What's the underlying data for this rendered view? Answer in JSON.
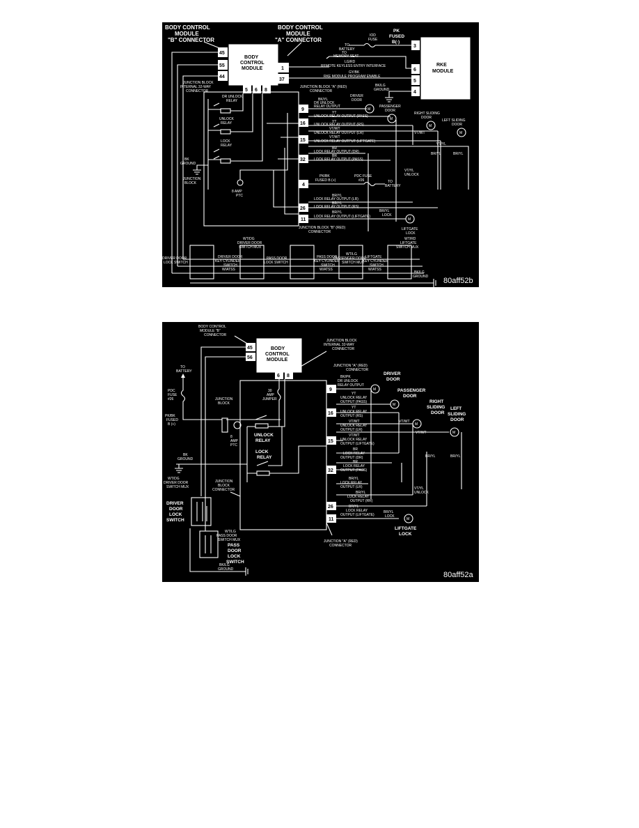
{
  "diagram_top": {
    "figure_id": "80aff52b",
    "labels": {
      "bcm_b_connector": [
        "BODY CONTROL",
        "MODULE",
        "\"B\" CONNECTOR"
      ],
      "bcm_a_connector": [
        "BODY CONTROL",
        "MODULE",
        "\"A\" CONNECTOR"
      ],
      "body_control_module": [
        "BODY",
        "CONTROL",
        "MODULE"
      ],
      "rke_module": [
        "RKE",
        "MODULE"
      ],
      "ign_fuse": [
        "IOD",
        "FUSE"
      ],
      "pk_fused": [
        "PK",
        "FUSED",
        "B(·)"
      ],
      "to_battery": [
        "TO",
        "BATTERY"
      ],
      "to_memory_seat": [
        "TO",
        "MEMORY SEAT"
      ],
      "lg_rd": "LG/RD",
      "remote_keyless": "REMOTE KEYLESS ENTRY INTERFACE",
      "gy_bk": "GY/BK",
      "rke_program": "RKE MODULE PROGRAM ENABLE",
      "bk_lg_ground": [
        "BK/LG",
        "GROUND"
      ],
      "jb_internal": [
        "JUNCTION BLOCK",
        "INTERNAL 32-WAY",
        "CONNECTOR"
      ],
      "jb_a_red": [
        "JUNCTION BLOCK \"A\" (RED)",
        "CONNECTOR"
      ],
      "jb_b_red": [
        "JUNCTION BLOCK \"B\" (RED)",
        "CONNECTOR"
      ],
      "dr_unlock_relay": [
        "DR UNLOCK",
        "RELAY"
      ],
      "unlock_relay": [
        "UNLOCK",
        "RELAY"
      ],
      "lock_relay": [
        "LOCK",
        "RELAY"
      ],
      "bk_ground": [
        "BK",
        "GROUND"
      ],
      "junction_block": [
        "JUNCTION",
        "BLOCK"
      ],
      "amp_ptc": [
        "8 AMP",
        "PTC"
      ],
      "bk_yl": "BK/YL",
      "dr_unlock_relay_output": [
        "DR UNLOCK",
        "RELAY OUTPUT"
      ],
      "driver_door": [
        "DRIVER",
        "DOOR"
      ],
      "passenger_door": [
        "PASSENGER",
        "DOOR"
      ],
      "right_sliding_door": [
        "RIGHT SLIDING",
        "DOOR"
      ],
      "left_sliding_door": [
        "LEFT SLIDING",
        "DOOR"
      ],
      "yt": "YT",
      "unlock_out_pass": "UNLOCK RELAY OUTPUT (PASS)",
      "unlock_out_rs": "UNLOCK RELAY OUTPUT (RS)",
      "vt_wt": "VT/WT",
      "unlock_out_lr": "UNLOCK RELAY OUTPUT (LR)",
      "unlock_out_lift": "UNLOCK RELAY OUTPUT (LIFTGATE)",
      "br": "BR",
      "lock_out_dr": "LOCK RELAY OUTPUT (DR)",
      "lock_out_pass": "LOCK RELAY OUTPUT (PASS)",
      "pk_bk": "PK/BK",
      "fused_b": "FUSED B (+)",
      "pdc_fuse": [
        "PDC FUSE",
        "#26"
      ],
      "to_battery2": [
        "TO",
        "BATTERY"
      ],
      "br_yl": "BR/YL",
      "lock_out_lr": "LOCK RELAY OUTPUT (LR)",
      "lock_out_rs": "LOCK RELAY OUTPUT (RS)",
      "lock_out_lift": "LOCK RELAY OUTPUT (LIFTGATE)",
      "vt_yl_unlock": [
        "VT/YL",
        "UNLOCK"
      ],
      "br_yl_lock": [
        "BR/YL",
        "LOCK"
      ],
      "liftgate_lock": [
        "LIFTGATE",
        "LOCK"
      ],
      "vt_wt_short": "VT/WT",
      "vt_yl": "VT/YL",
      "br_yl2": "BR/YL",
      "br_yl3": "BR/YL",
      "wt_dg": [
        "WT/DG",
        "DRIVER DOOR",
        "SWITCH MUX"
      ],
      "wt_lg": [
        "WT/LG",
        "PASSENGER DOOR",
        "SWITCH MUX"
      ],
      "wt_rd": [
        "WT/RD",
        "LIFTGATE",
        "SWITCH MUX"
      ],
      "sw1": [
        "DRIVER DOOR",
        "LOCK SWITCH"
      ],
      "sw2": [
        "DRIVER DOOR",
        "KEY CYLINDER",
        "SWITCH",
        "W/ATSS"
      ],
      "sw3": [
        "PASS DOOR",
        "LOCK SWITCH"
      ],
      "sw4": [
        "PASS DOOR",
        "KEY CYLINDER",
        "SWITCH",
        "W/ATSS"
      ],
      "sw5": [
        "LIFTGATE",
        "KEY CYLINDER",
        "SWITCH",
        "W/ATSS"
      ],
      "bk_lg_ground2": [
        "BK/LG",
        "GROUND"
      ]
    },
    "pins": {
      "bcm_b": [
        "45",
        "55",
        "44"
      ],
      "bcm_a": [
        "1",
        "37"
      ],
      "rke": [
        "3",
        "6",
        "5",
        "4"
      ],
      "jb_internal": [
        "5",
        "6",
        "8"
      ],
      "jb_a": [
        "9",
        "16",
        "15",
        "32",
        "4",
        "26",
        "11"
      ]
    }
  },
  "diagram_bottom": {
    "figure_id": "80aff52a",
    "labels": {
      "bcm_b_connector": [
        "BODY CONTROL",
        "MODULE \"B\"",
        "CONNECTOR"
      ],
      "body_control_module": [
        "BODY",
        "CONTROL",
        "MODULE"
      ],
      "jb_internal": [
        "JUNCTION BLOCK",
        "INTERNAL 32-WAY",
        "CONNECTOR"
      ],
      "jb_a_red": [
        "JUNCTION \"A\" (RED)",
        "CONNECTOR"
      ],
      "jb_a_red_bottom": [
        "JUNCTION \"A\" (RED)",
        "CONNECTOR"
      ],
      "to_battery": [
        "TO",
        "BATTERY"
      ],
      "pdc_fuse": [
        "PDC",
        "FUSE",
        "#26"
      ],
      "pk_bk": [
        "PK/BK",
        "FUSED",
        "B (+)"
      ],
      "junction_block": [
        "JUNCTION",
        "BLOCK"
      ],
      "amp_jumper": [
        "30",
        "AMP",
        "JUMPER"
      ],
      "amp_ptc": [
        "8",
        "AMP",
        "PTC"
      ],
      "unlock_relay": [
        "UNLOCK",
        "RELAY"
      ],
      "lock_relay": [
        "LOCK",
        "RELAY"
      ],
      "bk_ground": [
        "BK",
        "GROUND"
      ],
      "wt_dg": [
        "WT/DG",
        "DRIVER DOOR",
        "SWITCH MUX"
      ],
      "jb_connector": [
        "JUNCTION",
        "BLOCK",
        "CONNECTOR"
      ],
      "driver_lock_switch": [
        "DRIVER",
        "DOOR",
        "LOCK",
        "SWITCH"
      ],
      "wt_lg": [
        "WT/LG",
        "PASS DOOR",
        "SWITCH MUX"
      ],
      "pass_lock_switch": [
        "PASS",
        "DOOR",
        "LOCK",
        "SWITCH"
      ],
      "bk_lg_ground": [
        "BK/LG",
        "GROUND"
      ],
      "bk_pk": "BK/PK",
      "dr_unlock_output": [
        "DR UNLOCK",
        "RELAY OUTPUT"
      ],
      "driver_door": [
        "DRIVER",
        "DOOR"
      ],
      "passenger_door": [
        "PASSENGER",
        "DOOR"
      ],
      "right_sliding_door": [
        "RIGHT",
        "SLIDING",
        "DOOR"
      ],
      "left_sliding_door": [
        "LEFT",
        "SLIDING",
        "DOOR"
      ],
      "yt_unlock_pass": [
        "YT",
        "UNLOCK RELAY",
        "OUTPUT (PASS)"
      ],
      "yt_unlock_rs": [
        "YT",
        "UNLOCK RELAY",
        "OUTPUT (RS)"
      ],
      "vt_wt_lr": [
        "VT/WT",
        "UNLOCK RELAY",
        "OUTPUT (LR)"
      ],
      "vt_wt_lift": [
        "VT/WT",
        "UNLOCK RELAY",
        "OUTPUT (LIFTGATE)"
      ],
      "br_dr": [
        "BR",
        "LOCK RELAY",
        "OUTPUT (DR)"
      ],
      "br_pass": [
        "BR",
        "LOCK RELAY",
        "OUTPUT (PASS)"
      ],
      "bryl_lr": [
        "BR/YL",
        "LOCK RELAY",
        "OUTPUT (LR)"
      ],
      "bryl_rs": [
        "BR/YL",
        "LOCK RELAY",
        "OUTPUT (RR)"
      ],
      "bryl_lift": [
        "BR/YL",
        "LOCK RELAY",
        "OUTPUT (LIFTGATE)"
      ],
      "vt_wt_a": "VT/WT",
      "vt_wt_b": "VT/WT",
      "br_yl_a": "BR/YL",
      "br_yl_b": "BR/YL",
      "vt_yl_unlock": [
        "VT/YL",
        "UNLOCK"
      ],
      "br_yl_lock": [
        "BR/YL",
        "LOCK"
      ],
      "liftgate_lock": [
        "LIFTGATE",
        "LOCK"
      ]
    },
    "pins": {
      "bcm_b": [
        "45",
        "56"
      ],
      "jb_internal": [
        "6",
        "8"
      ],
      "jb_a": [
        "9",
        "16",
        "15",
        "32",
        "26",
        "11"
      ]
    }
  }
}
